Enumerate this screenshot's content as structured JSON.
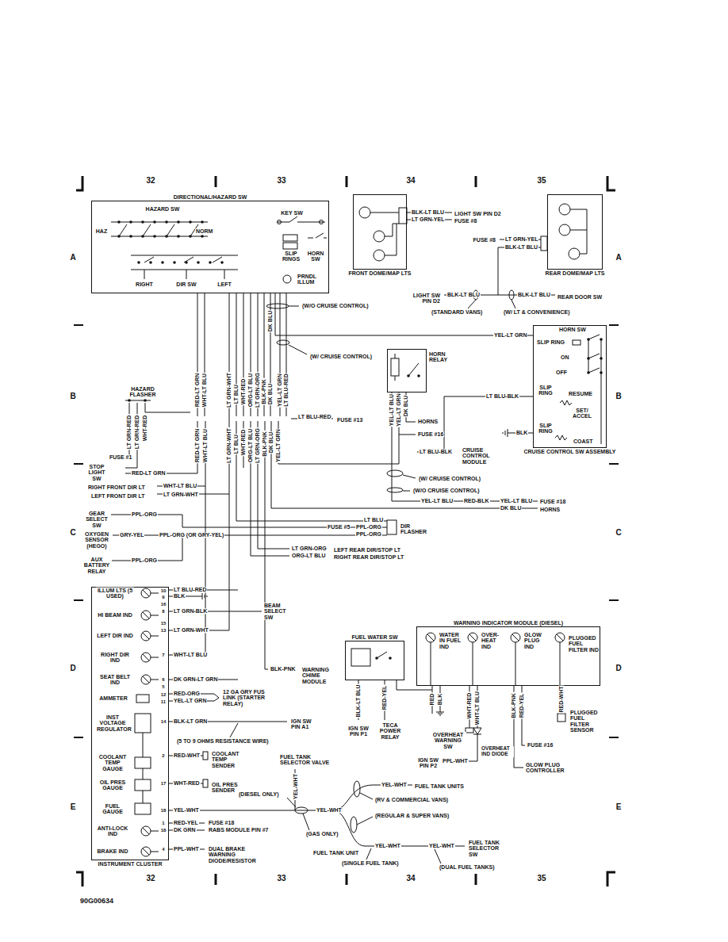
{
  "diagram": {
    "nodes": [
      {
        "text": [
          "DIRECTIONAL/HAZARD SW"
        ]
      },
      {
        "text": [
          "FRONT DOME/MAP LTS"
        ]
      },
      {
        "text": [
          "REAR DOME/MAP LTS"
        ]
      },
      {
        "text": [
          "CRUISE CONTROL SW ASSEMBLY"
        ]
      },
      {
        "text": [
          "HORN RELAY"
        ]
      },
      {
        "text": [
          "INSTRUMENT CLUSTER"
        ]
      },
      {
        "text": [
          "WARNING INDICATOR MODULE (DIESEL)"
        ]
      },
      {
        "text": [
          "FUEL WATER SW"
        ]
      }
    ],
    "edges": [
      {
        "from": 0,
        "to": 3,
        "arrow": "none"
      },
      {
        "from": 0,
        "to": 5,
        "arrow": "none"
      }
    ],
    "labels": [
      "32",
      "33",
      "34",
      "35",
      "A",
      "B",
      "C",
      "D",
      "E",
      "A",
      "B",
      "C",
      "D",
      "E",
      "HAZARD SW",
      "HAZ",
      "NORM",
      "RIGHT",
      "DIR SW",
      "LEFT",
      "KEY SW",
      "SLIP RINGS",
      "HORN SW",
      "PRNDL ILLUM",
      "DK BLU",
      "(W/O CRUISE CONTROL)",
      "(W/ CRUISE CONTROL)",
      "BLK-LT BLU",
      "LT GRN-YEL",
      "LIGHT SW PIN D2",
      "FUSE #8",
      "FUSE #8",
      "LT GRN-YEL",
      "BLK-LT BLU",
      "LIGHT SW PIN D2",
      "BLK-LT BLU",
      "BLK-LT BLU",
      "REAR DOOR SW",
      "(STANDARD VANS)",
      "(W/ LT & CONVENIENCE)",
      "RED-LT GRN",
      "WHT-LT BLU",
      "LT GRN-WHT",
      "LT BLU",
      "WHT-RED",
      "ORG-LT BLU",
      "LT GRN-ORG",
      "BLK-PNK",
      "DK BLU",
      "YEL-LT GRN",
      "LT BLU-RED",
      "RED-LT GRN",
      "WHT-LT BLU",
      "LT GRN-WHT",
      "LT BLU",
      "WHT-RED",
      "ORG-LT BLU",
      "LT GRN-ORG",
      "BLK-PNK",
      "DK BLU",
      "YEL-LT GRN",
      "HAZARD FLASHER",
      "LT GRN-RED",
      "LT GRN-RED",
      "WHT-RED",
      "FUSE #1",
      "STOP LIGHT SW",
      "RED-LT GRN",
      "RIGHT FRONT DIR LT",
      "WHT-LT BLU",
      "LEFT FRONT DIR LT",
      "LT GRN-WHT",
      "GEAR SELECT SW",
      "PPL-ORG",
      "OXYGEN SENSOR (HEGO)",
      "GRY-YEL",
      "PPL-ORG (OR GRY-YEL)",
      "AUX BATTERY RELAY",
      "PPL-ORG",
      "LT BLU",
      "FUSE #5",
      "PPL-ORG",
      "PPL-ORG",
      "DIR FLASHER",
      "LT GRN-ORG",
      "LEFT REAR DIR/STOP LT",
      "ORG-LT BLU",
      "RIGHT REAR DIR/STOP LT",
      "YEL-LT BLU",
      "YEL-LT GRN",
      "DK BLU",
      "HORNS",
      "FUSE #16",
      "LT BLU-RED",
      "FUSE #13",
      "LT BLU-BLK",
      "CRUISE CONTROL MODULE",
      "(W/ CRUISE CONTROL)",
      "(W/O CRUISE CONTROL)",
      "YEL-LT BLU",
      "RED-BLK",
      "YEL-LT BLU",
      "FUSE #18",
      "DK BLU",
      "HORNS",
      "YEL-LT GRN",
      "LT BLU-BLK",
      "BLK",
      "HORN SW",
      "SLIP RING",
      "ON",
      "OFF",
      "SLIP RING",
      "RESUME",
      "SET/ ACCEL",
      "SLIP RING",
      "COAST",
      "ILLUM LTS (5 USED)",
      "HI BEAM IND",
      "LEFT DIR IND",
      "RIGHT DIR IND",
      "SEAT BELT IND",
      "AMMETER",
      "INST VOLTAGE REGULATOR",
      "COOLANT TEMP GAUGE",
      "OIL PRES GAUGE",
      "FUEL GAUGE",
      "ANTI-LOCK IND",
      "BRAKE IND",
      "10",
      "9",
      "16",
      "8",
      "15",
      "13",
      "7",
      "6",
      "5",
      "12",
      "11",
      "14",
      "2",
      "17",
      "18",
      "1",
      "18",
      "4",
      "LT BLU-RED",
      "BLK",
      "LT GRN-BLK",
      "BEAM SELECT SW",
      "LT GRN-WHT",
      "WHT-LT BLU",
      "BLK-PNK",
      "WARNING CHIME MODULE",
      "DK GRN-LT GRN",
      "RED-ORG",
      "YEL-LT GRN",
      "12 GA GRY FUS LINK (STARTER RELAY)",
      "BLK-LT GRN",
      "IGN SW PIN A1",
      "(5 TO 9 OHMS RESISTANCE WIRE)",
      "RED-WHT",
      "COOLANT TEMP SENDER",
      "WHT-RED",
      "OIL PRES SENDER",
      "YEL-WHT",
      "FUSE #18",
      "RED-YEL",
      "DK GRN",
      "RABS MODULE PIN #7",
      "PPL-WHT",
      "DUAL BRAKE WARNING DIODE/RESISTOR",
      "FUEL TANK SELECTOR VALVE",
      "YEL-WHT",
      "(DIESEL ONLY)",
      "YEL-WHT",
      "(GAS ONLY)",
      "YEL-WHT",
      "FUEL TANK UNITS",
      "(RV & COMMERCIAL VANS)",
      "(REGULAR & SUPER VANS)",
      "FUEL TANK UNIT",
      "YEL-WHT",
      "(SINGLE FUEL TANK)",
      "YEL-WHT",
      "FUEL TANK SELECTOR SW",
      "(DUAL FUEL TANKS)",
      "BLK-LT BLU",
      "RED-YEL",
      "IGN SW PIN P1",
      "TECA POWER RELAY",
      "RED",
      "BLK",
      "OVERHEAT WARNING SW",
      "WHT-RED",
      "WHT-LT BLU",
      "IGN SW PIN P2",
      "PPL-WHT",
      "OVERHEAT IND DIODE",
      "BLK-PNK",
      "RED-YEL",
      "RED-WHT",
      "FUSE #16",
      "GLOW PLUG CONTROLLER",
      "PLUGGED FUEL FILTER SENSOR",
      "WATER IN FUEL IND",
      "OVER- HEAT IND",
      "GLOW PLUG IND",
      "PLUGGED FUEL FILTER IND",
      "90G00634",
      "32",
      "33",
      "34",
      "35"
    ]
  }
}
